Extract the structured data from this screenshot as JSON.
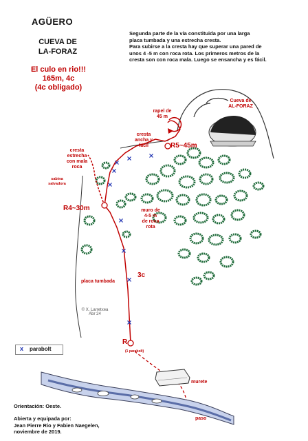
{
  "header": {
    "title": "AGÜERO",
    "cave_line1": "CUEVA DE",
    "cave_line2": "LA-FORAZ"
  },
  "route": {
    "name": "El culo en rio!!!",
    "length_grade": "165m, 4c",
    "obligatory": "(4c obligado)"
  },
  "description": {
    "line1": "Segunda parte de la vía constituida por una larga",
    "line2": "placa tumbada y una estrecha cresta.",
    "line3": "Para subirse a la cresta hay que superar una pared de",
    "line4": "unos 4 -5 m con roca rota. Los primeros metros de la",
    "line5": "cresta son con roca mala. Luego se ensancha y es fácil."
  },
  "labels": {
    "cueva_line1": "Cueva de",
    "cueva_line2": "AL-FORAZ",
    "rapel_line1": "rapel de",
    "rapel_line2": "45 m",
    "cresta_ancha_1": "cresta",
    "cresta_ancha_2": "ancha y",
    "cresta_ancha_3": "fácil",
    "r5": "R5~45m",
    "cresta_estrecha_1": "cresta",
    "cresta_estrecha_2": "estrecha",
    "cresta_estrecha_3": "con mala",
    "cresta_estrecha_4": "roca",
    "sabina_1": "sabina",
    "sabina_2": "salvadora",
    "r4": "R4~30m",
    "muro_1": "muro de",
    "muro_2": "4-5 m",
    "muro_3": "de roca",
    "muro_4": "rota",
    "grade_3c": "3c",
    "placa": "placa tumbada",
    "r_start": "R",
    "r_start_note": "(1 parabolt)",
    "murete": "murete",
    "paso": "paso"
  },
  "credit": {
    "line1": "© X. Larretxea",
    "line2": "Abr 24"
  },
  "legend": {
    "symbol": "x",
    "label": "parabolt"
  },
  "footer": {
    "orientation": "Orientación: Oeste.",
    "opened_line1": "Abierta y equipada por:",
    "opened_line2": "Jean Pierre Rio y Fabien Naegelen,",
    "opened_line3": "noviembre de 2019."
  },
  "colors": {
    "route": "#c00000",
    "bush": "#1f6b3a",
    "bolt": "#1a2fb0",
    "river": "#5b6ea8"
  }
}
